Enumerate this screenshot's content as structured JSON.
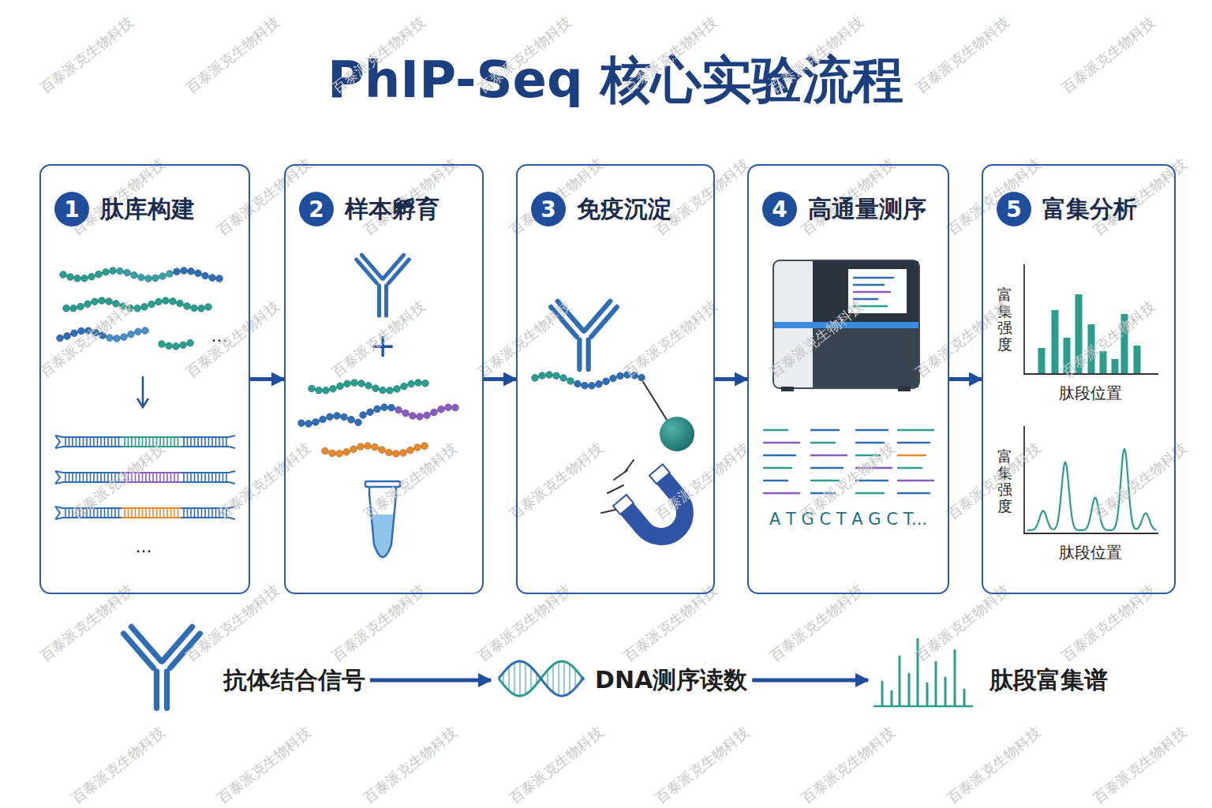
{
  "diagram": {
    "title": "PhIP-Seq 核心实验流程",
    "nodes": [
      {
        "text": [
          "1",
          "肽库构建"
        ]
      },
      {
        "text": [
          "2",
          "样本孵育"
        ]
      },
      {
        "text": [
          "3",
          "免疫沉淀"
        ]
      },
      {
        "text": [
          "4",
          "高通量测序"
        ]
      },
      {
        "text": [
          "5",
          "富集分析"
        ]
      },
      {
        "text": [
          "抗体结合信号"
        ]
      },
      {
        "text": [
          "DNA测序读数"
        ]
      },
      {
        "text": [
          "肽段富集谱"
        ]
      }
    ],
    "edges": [
      {
        "from": 0,
        "to": 1,
        "arrow": "to"
      },
      {
        "from": 1,
        "to": 2,
        "arrow": "to"
      },
      {
        "from": 2,
        "to": 3,
        "arrow": "to"
      },
      {
        "from": 3,
        "to": 4,
        "arrow": "to"
      },
      {
        "from": 5,
        "to": 6,
        "arrow": "to"
      },
      {
        "from": 6,
        "to": 7,
        "arrow": "to"
      }
    ],
    "labels": [
      "...",
      "...",
      "+",
      "A T G C T A G C T...",
      "富集强度",
      "肽段位置",
      "富集强度",
      "肽段位置",
      "百泰派克生物科技",
      "百泰派克生物科技",
      "百泰派克生物科技",
      "百泰派克生物科技",
      "百泰派克生物科技",
      "百泰派克生物科技",
      "百泰派克生物科技",
      "百泰派克生物科技",
      "百泰派克生物科技",
      "百泰派克生物科技",
      "百泰派克生物科技",
      "百泰派克生物科技",
      "百泰派克生物科技",
      "百泰派克生物科技",
      "百泰派克生物科技",
      "百泰派克生物科技",
      "百泰派克生物科技",
      "百泰派克生物科技",
      "百泰派克生物科技",
      "百泰派克生物科技",
      "百泰派克生物科技",
      "百泰派克生物科技",
      "百泰派克生物科技",
      "百泰派克生物科技",
      "百泰派克生物科技",
      "百泰派克生物科技",
      "百泰派克生物科技",
      "百泰派克生物科技",
      "百泰派克生物科技",
      "百泰派克生物科技",
      "百泰派克生物科技",
      "百泰派克生物科技",
      "百泰派克生物科技",
      "百泰派克生物科技",
      "百泰派克生物科技",
      "百泰派克生物科技",
      "百泰派克生物科技",
      "百泰派克生物科技",
      "百泰派克生物科技",
      "百泰派克生物科技",
      "百泰派克生物科技",
      "百泰派克生物科技",
      "百泰派克生物科技",
      "百泰派克生物科技",
      "百泰派克生物科技",
      "百泰派克生物科技",
      "百泰派克生物科技",
      "百泰派克生物科技"
    ]
  }
}
